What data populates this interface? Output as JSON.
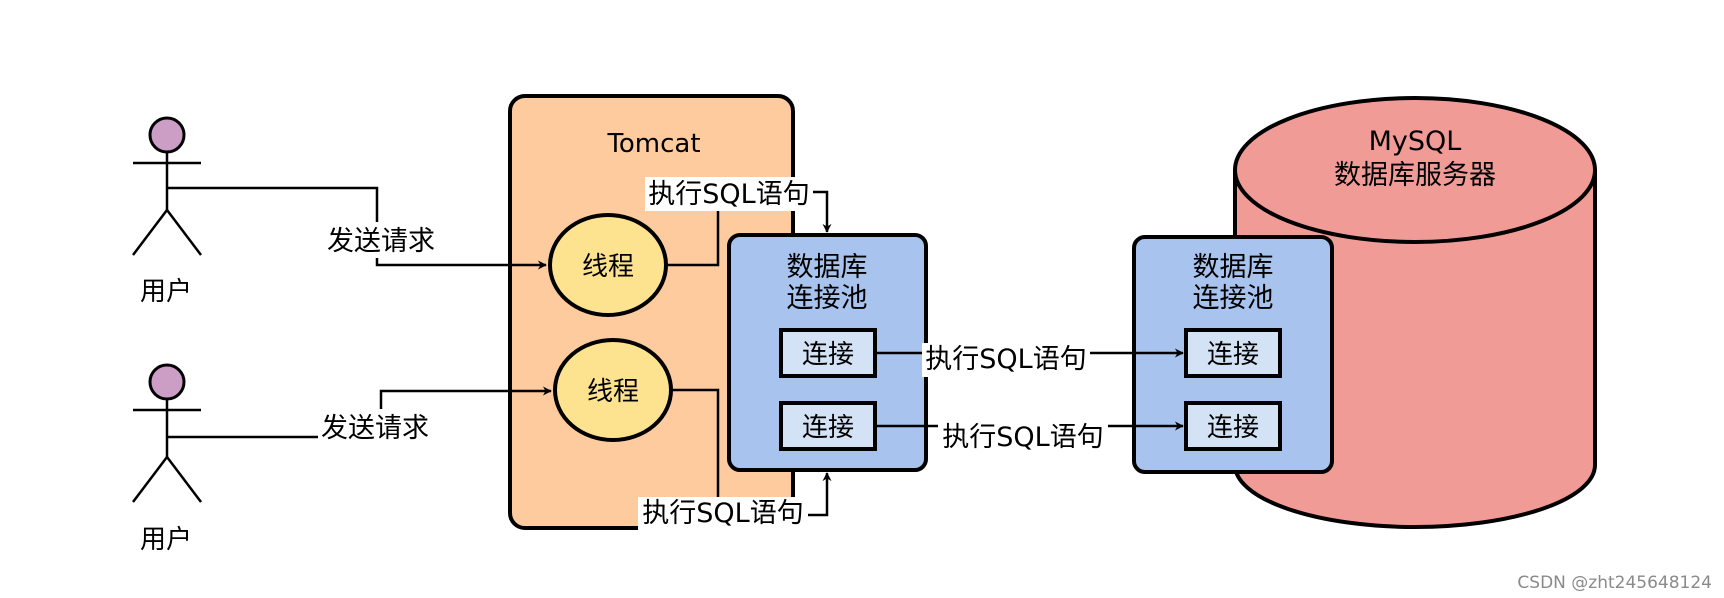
{
  "users": [
    {
      "label": "用户"
    },
    {
      "label": "用户"
    }
  ],
  "edges": {
    "send_request_1": "发送请求",
    "send_request_2": "发送请求",
    "exec_sql_1": "执行SQL语句",
    "exec_sql_2": "执行SQL语句",
    "exec_sql_3": "执行SQL语句",
    "exec_sql_4": "执行SQL语句"
  },
  "tomcat": {
    "title": "Tomcat",
    "threads": [
      "线程",
      "线程"
    ]
  },
  "app_pool": {
    "title_line1": "数据库",
    "title_line2": "连接池",
    "connections": [
      "连接",
      "连接"
    ]
  },
  "mysql": {
    "title_line1": "MySQL",
    "title_line2": "数据库服务器",
    "pool": {
      "title_line1": "数据库",
      "title_line2": "连接池",
      "connections": [
        "连接",
        "连接"
      ]
    }
  },
  "watermark": "CSDN @zht245648124",
  "colors": {
    "tomcat_fill": "#fdcb9d",
    "thread_fill": "#fde38f",
    "pool_fill": "#a8c4ee",
    "conn_fill": "#d4e2f5",
    "db_fill": "#f19b97",
    "actor_head": "#cc9ec6"
  }
}
